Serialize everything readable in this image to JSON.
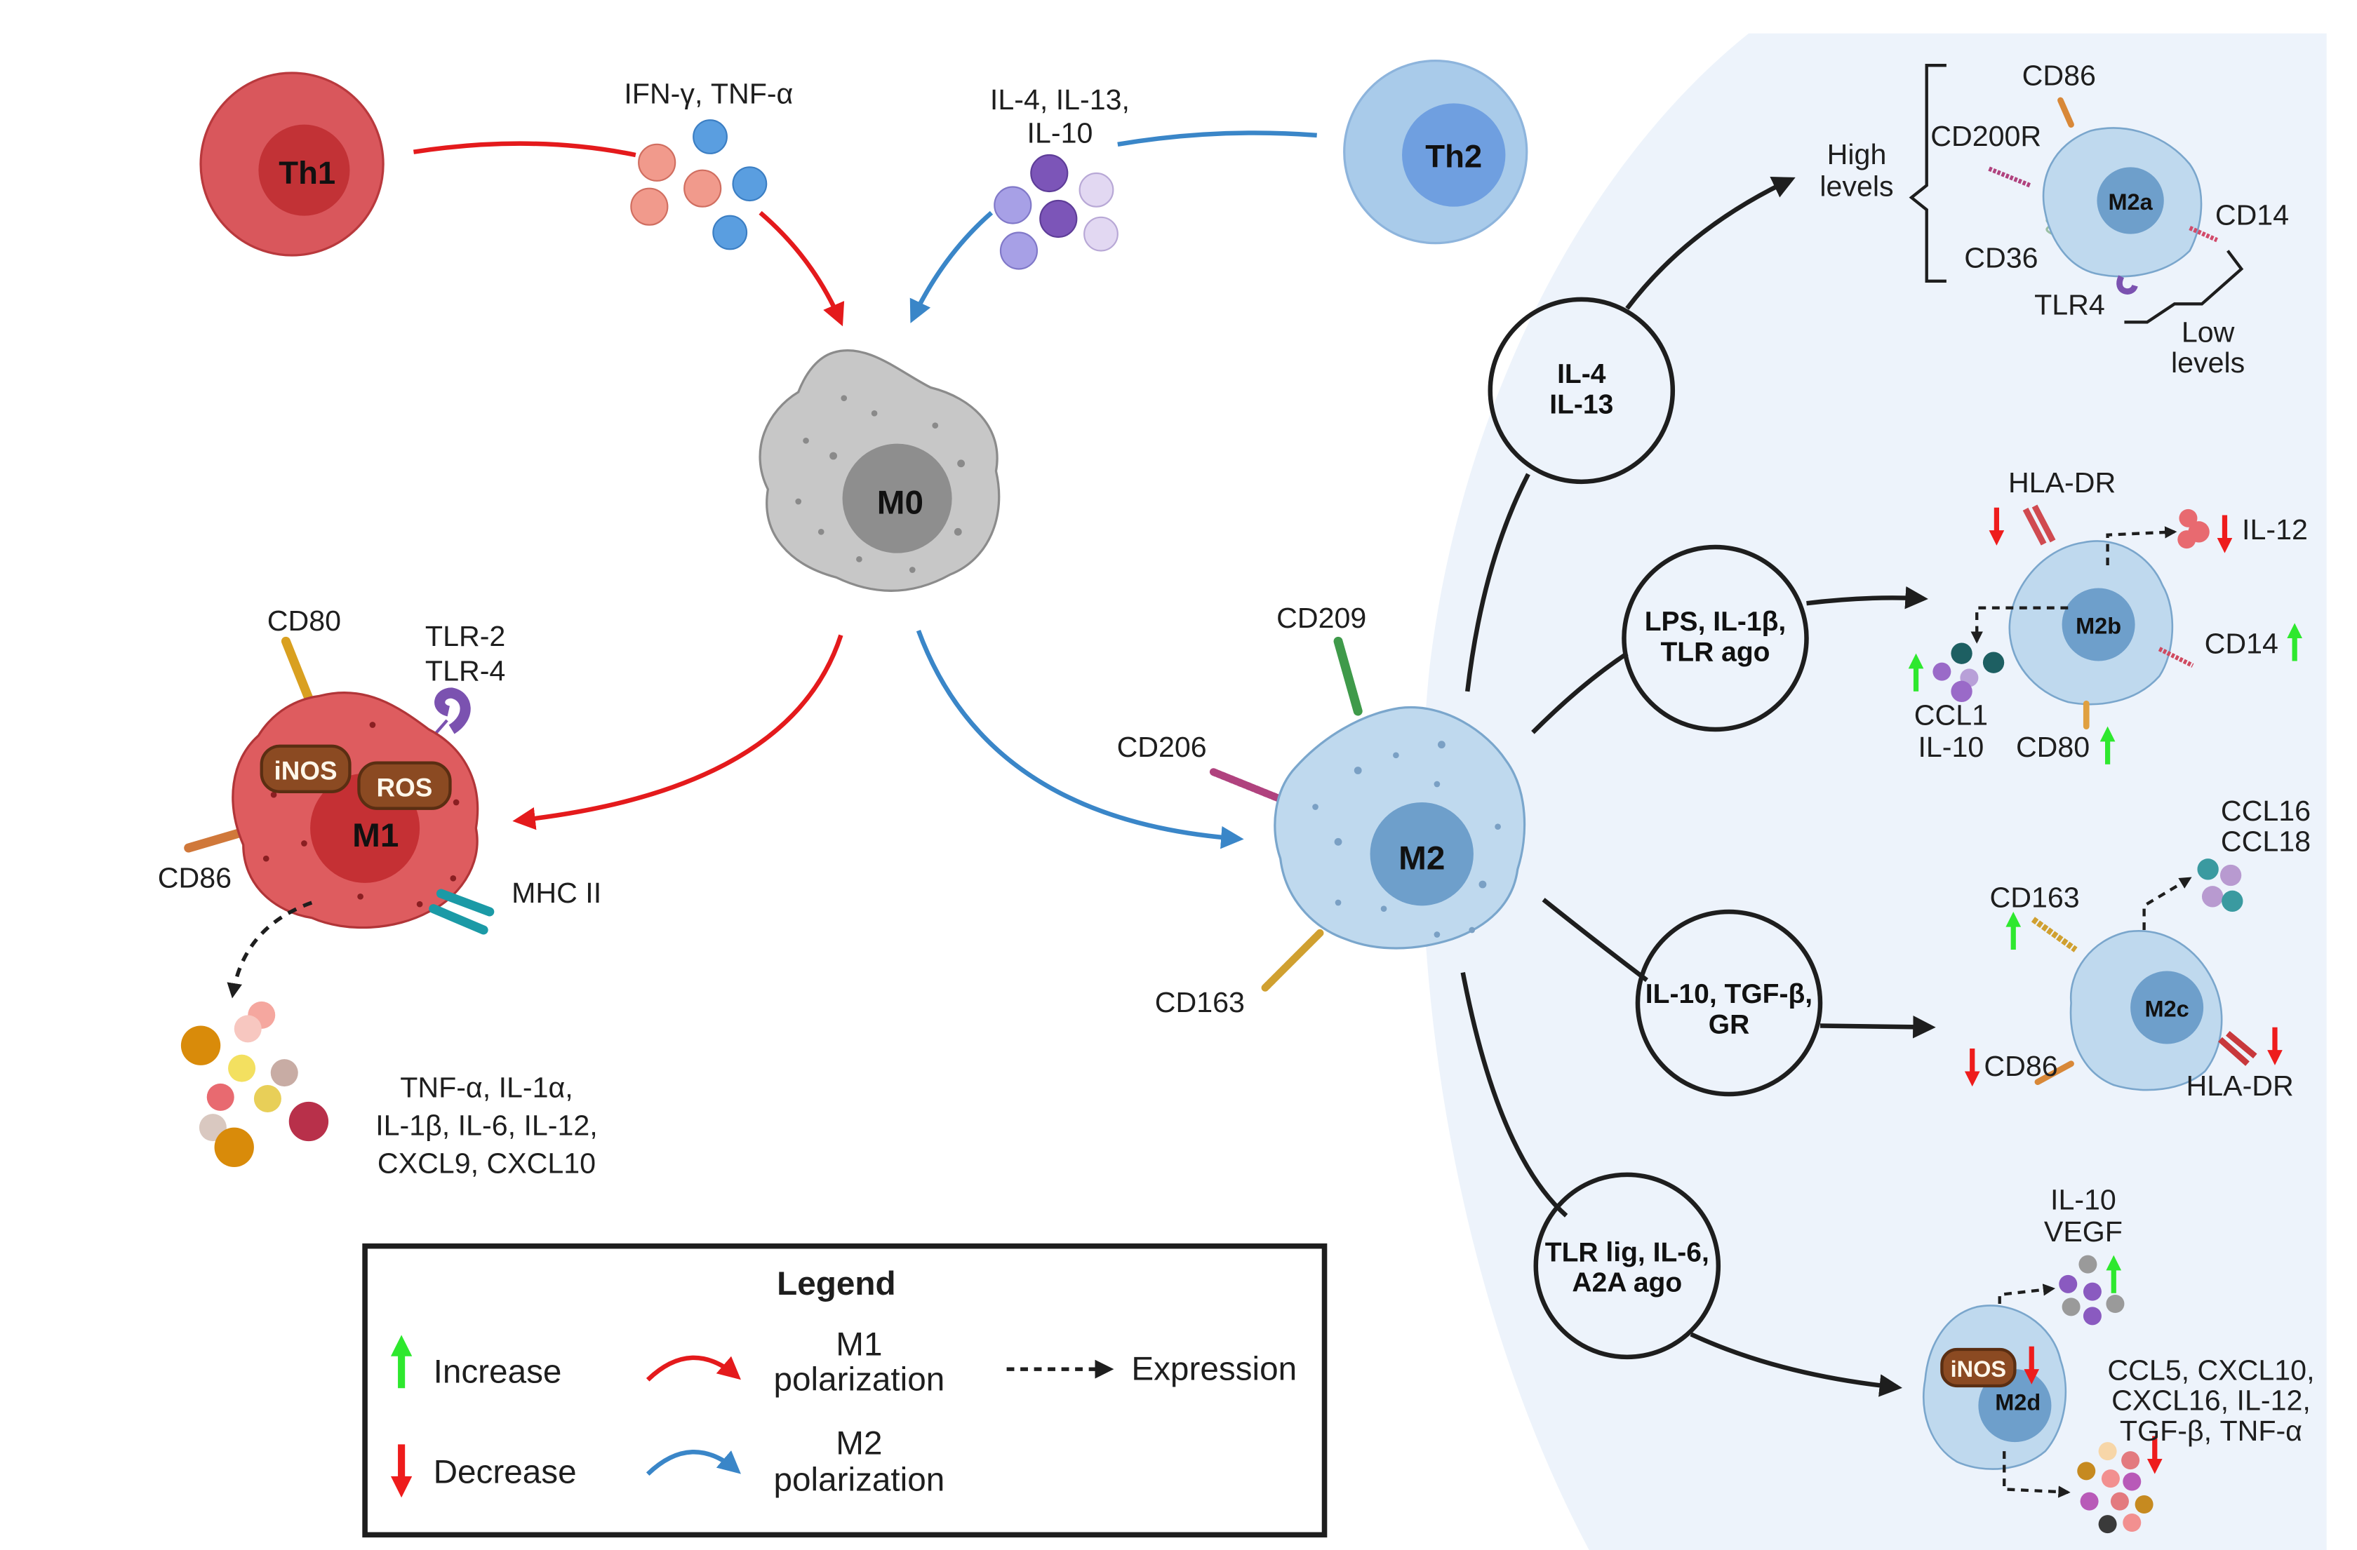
{
  "colors": {
    "m1_arrow": "#e41a1c",
    "m2_arrow": "#3a86c8",
    "increase": "#2ee82e",
    "decrease": "#ee1c1c",
    "m2_zone": "#edf3fb",
    "th1_outer": "#d9575c",
    "th1_inner": "#c23236",
    "th2_outer": "#a9cbea",
    "th2_inner": "#6f9fe0",
    "m0_body": "#c7c7c7",
    "m0_nucleus": "#8e8e8e",
    "m1_body": "#de5c5f",
    "m1_nucleus": "#c53034",
    "m2_body": "#bfd9ee",
    "m2_nucleus": "#6e9fcb",
    "enzyme": "#8b4a22"
  },
  "cells": {
    "th1": "Th1",
    "th2": "Th2",
    "m0": "M0",
    "m1": "M1",
    "m2": "M2",
    "m2a": "M2a",
    "m2b": "M2b",
    "m2c": "M2c",
    "m2d": "M2d"
  },
  "inducers": {
    "th1_cytokines": "IFN-γ, TNF-α",
    "th2_cytokines_line1": "IL-4, IL-13,",
    "th2_cytokines_line2": "IL-10"
  },
  "m1": {
    "enzymes": [
      "iNOS",
      "ROS"
    ],
    "markers": {
      "cd80": "CD80",
      "tlr_line1": "TLR-2",
      "tlr_line2": "TLR-4",
      "cd86": "CD86",
      "mhc": "MHC II"
    },
    "secreted_lines": [
      "TNF-α, IL-1α,",
      "IL-1β, IL-6, IL-12,",
      "CXCL9, CXCL10"
    ]
  },
  "m2": {
    "markers": {
      "cd209": "CD209",
      "cd206": "CD206",
      "cd163": "CD163"
    }
  },
  "subtypes": [
    {
      "id": "m2a",
      "stimulus_lines": [
        "IL-4",
        "IL-13"
      ],
      "high_label_lines": [
        "High",
        "levels"
      ],
      "low_label_lines": [
        "Low",
        "levels"
      ],
      "high_markers": [
        "CD86",
        "CD200R",
        "CD36"
      ],
      "low_markers": [
        "CD14",
        "TLR4"
      ]
    },
    {
      "id": "m2b",
      "stimulus_lines": [
        "LPS, IL-1β,",
        "TLR ago"
      ],
      "markers": [
        {
          "name": "HLA-DR",
          "change": "decrease"
        },
        {
          "name": "IL-12",
          "change": "decrease"
        },
        {
          "name": "CD14",
          "change": "increase"
        },
        {
          "name": "CD80",
          "change": "increase"
        }
      ],
      "secreted_lines": [
        "CCL1",
        "IL-10"
      ],
      "secreted_change": "increase"
    },
    {
      "id": "m2c",
      "stimulus_lines": [
        "IL-10, TGF-β,",
        "GR"
      ],
      "markers": [
        {
          "name": "CD163",
          "change": "increase"
        },
        {
          "name": "CD86",
          "change": "decrease"
        },
        {
          "name": "HLA-DR",
          "change": "decrease"
        }
      ],
      "secreted_lines": [
        "CCL16",
        "CCL18"
      ]
    },
    {
      "id": "m2d",
      "stimulus_lines": [
        "TLR lig, IL-6,",
        "A2A ago"
      ],
      "enzyme": "iNOS",
      "enzyme_change": "decrease",
      "secreted_up_lines": [
        "IL-10",
        "VEGF"
      ],
      "secreted_up_change": "increase",
      "secreted_down_lines": [
        "CCL5, CXCL10,",
        "CXCL16, IL-12,",
        "TGF-β, TNF-α"
      ],
      "secreted_down_change": "decrease"
    }
  ],
  "legend": {
    "title": "Legend",
    "increase": "Increase",
    "decrease": "Decrease",
    "m1_line1": "M1",
    "m1_line2": "polarization",
    "m2_line1": "M2",
    "m2_line2": "polarization",
    "expression": "Expression"
  }
}
